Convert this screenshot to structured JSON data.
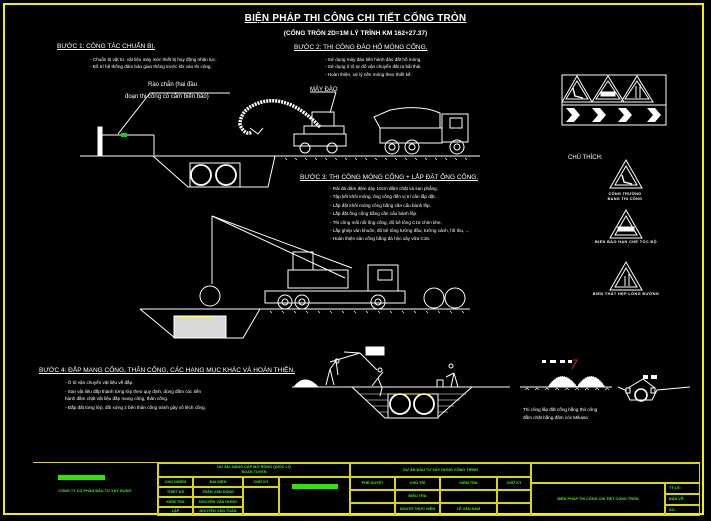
{
  "drawing": {
    "title": "BIỆN PHÁP THI CÔNG CHI TIẾT CỐNG TRÒN",
    "subtitle": "(CỐNG TRÒN 2D=1M LÝ TRÌNH KM 162+27.37)"
  },
  "step1": {
    "header": "BƯỚC 1: CÔNG TÁC CHUẨN BỊ.",
    "bullets": [
      "- Chuẩn bị vật tư, vật liệu máy móc thiết bị huy động nhân lực.",
      "- Bố trí hệ thống đảm bảo giao thông trước khi vào thi công."
    ],
    "callout_line1": "Rào chắn (hai đầu",
    "callout_line2": "đoạn thi công có cắm biển báo)"
  },
  "step2": {
    "header": "BƯỚC 2: THI CÔNG ĐÀO HỐ MÓNG CỐNG.",
    "bullets": [
      "- Sử dụng máy đào tiến hành đào đất hố móng.",
      "- Sử dụng ô tô tự đổ vận chuyển đất ra bãi thải.",
      "- Hoàn thiện, xử lý nền móng theo thiết kế."
    ],
    "excavator_label": "MÁY ĐÀO"
  },
  "step3": {
    "header": "BƯỚC 3: THI CÔNG MÓNG CỐNG + LẮP ĐẶT ỐNG CỐNG.",
    "bullets": [
      "- Rải đá dăm đệm dày 10cm đầm chặt và san phẳng.",
      "- Tập kết khối móng, ống cống đến vị trí cần lắp đặt.",
      "- Lắp đặt khối móng cống bằng cần cẩu bánh lốp.",
      "- Lắp đặt ống cống bằng cần cẩu bánh lốp.",
      "- Thi công mối nối ống cống, đổ bê tông C16 chèn khe.",
      "- Lắp ghép ván khuôn, đổ bê tông tường đầu, tường cánh, hố thu, ...",
      "- Hoàn thiện sân cống bằng đá hộc xây vữa C16."
    ]
  },
  "step4": {
    "header": "BƯỚC 4: ĐẮP MANG CỐNG, THÂN CỐNG, CÁC HẠNG MỤC KHÁC VÀ HOÀN THIỆN.",
    "bullets": [
      "- Ô tô vận chuyển vật liệu về đắp.",
      "- San vật liệu đắp thành từng lớp theo quy định, dùng đầm cóc tiến",
      "  hành đầm chặt vật liệu đắp mang cống, thân cống.",
      "- Đắp đất từng lớp, đối xứng 2 bên thân cống tránh gây xô lệch cống."
    ],
    "note_line1": "Thi công lấp đất cống bằng thủ công",
    "note_line2": "đầm chặt bằng đầm cóc Mikasa"
  },
  "legend": {
    "title": "CHÚ THÍCH:",
    "items": [
      {
        "icon": "men-at-work-sign-icon",
        "label_line1": "CÔNG TRƯỜNG",
        "label_line2": "ĐANG THI CÔNG"
      },
      {
        "icon": "speed-limit-sign-icon",
        "label_line1": "BIỂN BÁO HẠN CHẾ TỐC ĐỘ",
        "label_line2": ""
      },
      {
        "icon": "road-narrows-sign-icon",
        "label_line1": "BIỂN THẮT HẸP LÒNG ĐƯỜNG",
        "label_line2": ""
      }
    ]
  },
  "title_block": {
    "company": "CÔNG TY CỔ PHẦN ĐẦU TƯ XÂY DỰNG",
    "company_sub": "",
    "consultant": "DỰ ÁN: NÂNG CẤP MỞ RỘNG QUỐC LỘ",
    "consultant_sub": "ĐOẠN TUYẾN",
    "roles": [
      "CHỦ NHIỆM",
      "THIẾT KẾ",
      "KIỂM TRA",
      "LẬP"
    ],
    "names": [
      "ĐẠI DIỆN",
      "TRẦN VĂN DŨNG",
      "NGUYỄN VĂN HƯNG",
      "NGUYỄN VĂN TUẤN"
    ],
    "sign_header": "CHỮ KÝ",
    "owner_block": "",
    "approve_header": "",
    "approve_cols": [
      "PHÊ DUYỆT",
      "CHỦ TRÌ",
      "KIỂM TRA",
      "CHỮ KÝ"
    ],
    "approve_row2": [
      "",
      "ĐIỀU TRA",
      "",
      ""
    ],
    "approve_row3": [
      "",
      "NGƯỜI THỰC HIỆN",
      "LÊ VĂN NAM",
      ""
    ],
    "project_desc": "DỰ ÁN ĐẦU TƯ XÂY DỰNG CÔNG TRÌNH",
    "drawing_name": "BIỆN PHÁP THI CÔNG CHI TIẾT CỐNG TRÒN",
    "sheet_fields": [
      "TỶ LỆ:",
      "BẢN VẼ:",
      "SỐ:"
    ]
  },
  "colors": {
    "frame": "#f2f200",
    "title_block_text": "#36f600",
    "marker": "#00e000",
    "highlight": "#ffff00",
    "red_leader": "#e02020"
  }
}
